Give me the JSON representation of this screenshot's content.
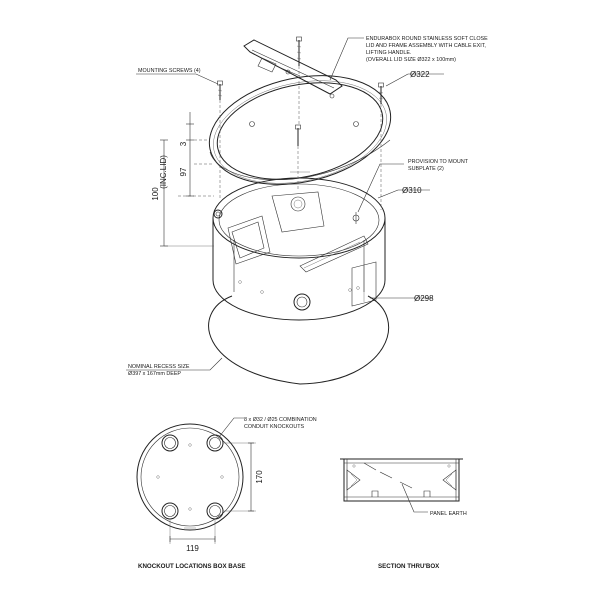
{
  "callouts": {
    "lid_line1": "ENDURABOX ROUND STAINLESS SOFT CLOSE",
    "lid_line2": "LID AND FRAME ASSEMBLY WITH CABLE EXIT,",
    "lid_line3": "LIFTING HANDLE.",
    "lid_line4": "(OVERALL LID SIZE  Ø322 x 100mm)",
    "screws": "MOUNTING SCREWS (4)",
    "subplate_line1": "PROVISION TO MOUNT",
    "subplate_line2": "SUBPLATE (2)",
    "recess_line1": "NOMINAL RECESS SIZE",
    "recess_line2": "Ø397 x 167mm DEEP",
    "knockouts_line1": "8 x Ø32 / Ø25 COMBINATION",
    "knockouts_line2": "CONDUIT KNOCKOUTS",
    "earth": "PANEL EARTH"
  },
  "dimensions": {
    "d322": "Ø322",
    "d310": "Ø310",
    "d298": "Ø298",
    "h100": "100",
    "h100_note": "(INC.LID)",
    "h97": "97",
    "h3": "3",
    "w119": "119",
    "h170": "170"
  },
  "views": {
    "base_title": "KNOCKOUT LOCATIONS BOX BASE",
    "section_title": "SECTION THRU'BOX"
  }
}
